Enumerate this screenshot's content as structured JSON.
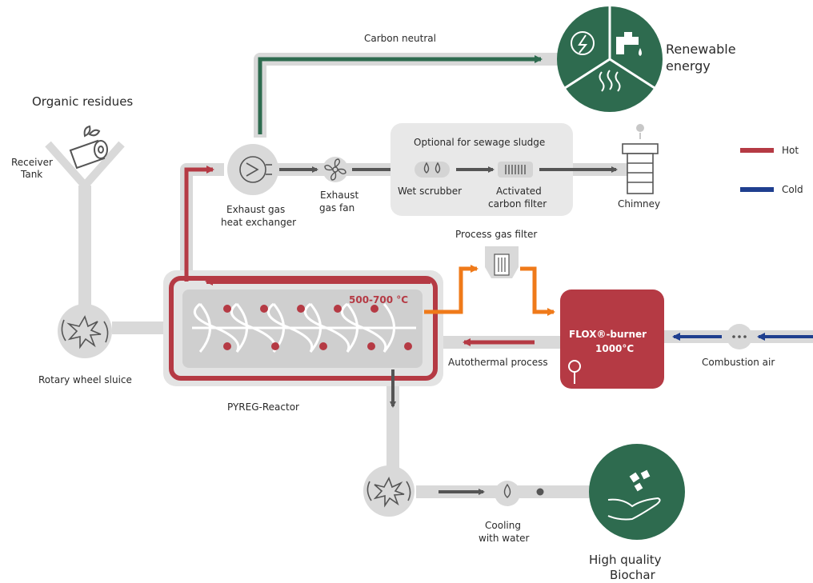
{
  "labels": {
    "carbon_neutral": "Carbon neutral",
    "renewable_energy_1": "Renewable",
    "renewable_energy_2": "energy",
    "organic_residues": "Organic residues",
    "receiver_tank_1": "Receiver",
    "receiver_tank_2": "Tank",
    "optional_sludge": "Optional for sewage sludge",
    "exhaust_hx_1": "Exhaust gas",
    "exhaust_hx_2": "heat exchanger",
    "exhaust_fan_1": "Exhaust",
    "exhaust_fan_2": "gas fan",
    "wet_scrubber": "Wet scrubber",
    "activated_1": "Activated",
    "activated_2": "carbon filter",
    "chimney": "Chimney",
    "process_gas_filter": "Process gas filter",
    "temperature": "500-700 °C",
    "flox_1": "FLOX®-burner",
    "flox_2": "1000°C",
    "autothermal": "Autothermal process",
    "combustion_air": "Combustion air",
    "rotary_wheel_sluice": "Rotary wheel sluice",
    "pyreg_reactor": "PYREG-Reactor",
    "cooling_1": "Cooling",
    "cooling_2": "with water",
    "biochar_1": "High quality",
    "biochar_2": "Biochar"
  },
  "legend": [
    {
      "label": "Hot",
      "color": "#b53a44"
    },
    {
      "label": "Cold",
      "color": "#1f3f8f"
    }
  ],
  "colors": {
    "hot": "#b53a44",
    "cold": "#1f3f8f",
    "green": "#2e6b4f",
    "orange": "#ef7a1a",
    "pipe": "#d9d9d9",
    "arrow_dark": "#555555"
  }
}
